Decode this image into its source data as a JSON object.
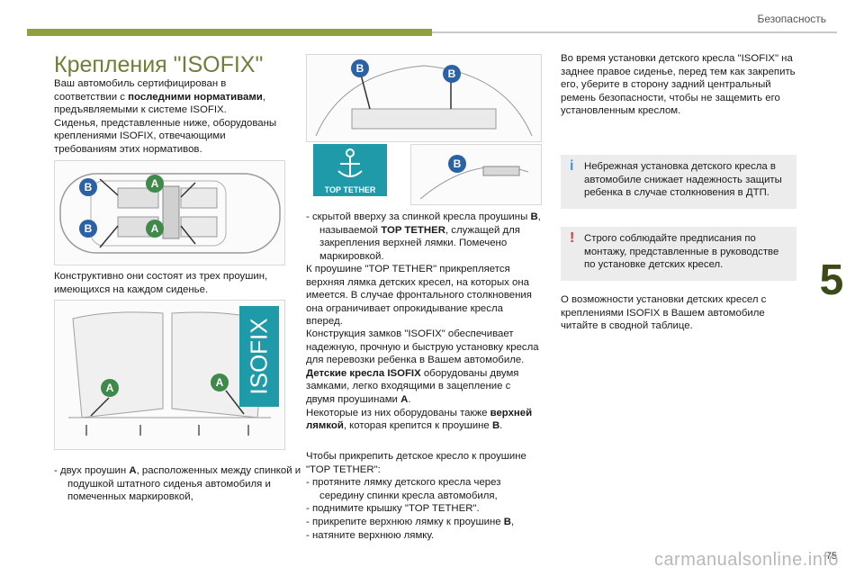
{
  "header": {
    "section": "Безопасность"
  },
  "chapter_number": "5",
  "page_number": "75",
  "watermark": "carmanualsonline.info",
  "title": "Крепления \"ISOFIX\"",
  "col1": {
    "intro_1": "Ваш автомобиль сертифицирован в соответствии с ",
    "intro_bold": "последними нормативами",
    "intro_2": ", предъявляемыми к системе ISOFIX.",
    "intro_3": "Сиденья, представленные ниже, оборудованы креплениями ISOFIX, отвечающими требованиям этих нормативов.",
    "struct": "Конструктивно они состоят из трех проушин, имеющихся на каждом сиденье.",
    "bullet_a_1": "- двух проушин ",
    "bullet_a_bold": "A",
    "bullet_a_2": ", расположенных между спинкой и подушкой штатного сиденья автомобиля и помеченных маркировкой,"
  },
  "col2": {
    "bullet_b_1": "- скрытой вверху за спинкой кресла проушины ",
    "bullet_b_bold": "B",
    "bullet_b_2": ", называемой ",
    "bullet_b_bold2": "TOP TETHER",
    "bullet_b_3": ", служащей для закрепления верхней лямки. Помечено маркировкой.",
    "tether_para": "К проушине \"TOP TETHER\" прикрепляется верхняя лямка детских кресел, на которых она имеется. В случае фронтального столкновения она ограничивает опрокидывание кресла вперед.",
    "locks_1": "Конструкция замков \"ISOFIX\" обеспечивает надежную, прочную и быструю установку кресла для перевозки ребенка в Вашем автомобиле.",
    "locks_bold": "Детские кресла ISOFIX",
    "locks_2": " оборудованы двумя замками, легко входящими в зацепление с двумя проушинами ",
    "locks_bold2": "A",
    "locks_3": ".",
    "locks_4": "Некоторые из них оборудованы также ",
    "locks_bold3": "верхней лямкой",
    "locks_5": ", которая крепится к проушине ",
    "locks_bold4": "B",
    "locks_6": ".",
    "attach_intro": "Чтобы прикрепить детское кресло к проушине \"TOP TETHER\":",
    "steps": [
      "- протяните лямку детского кресла через середину спинки кресла автомобиля,",
      "- поднимите крышку \"TOP TETHER\".",
      "- прикрепите верхнюю лямку к проушине ",
      "- натяните верхнюю лямку."
    ],
    "step3_bold": "B",
    "step3_end": ","
  },
  "col3": {
    "headrest": "Во время установки детского кресла \"ISOFIX\" на заднее правое сиденье, перед тем как закрепить его, уберите в сторону задний центральный ремень безопасности, чтобы не защемить его установленным креслом.",
    "note_info": "Небрежная установка детского кресла в автомобиле снижает надежность защиты ребенка в случае столкновения в ДТП.",
    "note_warn": "Строго соблюдайте предписания по монтажу, представленные в руководстве по установке детских кресел.",
    "closing": "О возможности установки детских кресел с креплениями ISOFIX в Вашем автомобиле читайте в сводной таблице."
  },
  "badges": {
    "isofix": "ISOFIX",
    "top_tether": "TOP TETHER",
    "marker_a": "A",
    "marker_b": "B",
    "info_mark": "i",
    "warn_mark": "!"
  },
  "colors": {
    "olive": "#6e7f3a",
    "teal_badge": "#1e9aa8",
    "marker_blue": "#2b62a6",
    "marker_green": "#3f8a4a",
    "info_blue": "#4a8fd6",
    "warn_red": "#d83a3a"
  }
}
